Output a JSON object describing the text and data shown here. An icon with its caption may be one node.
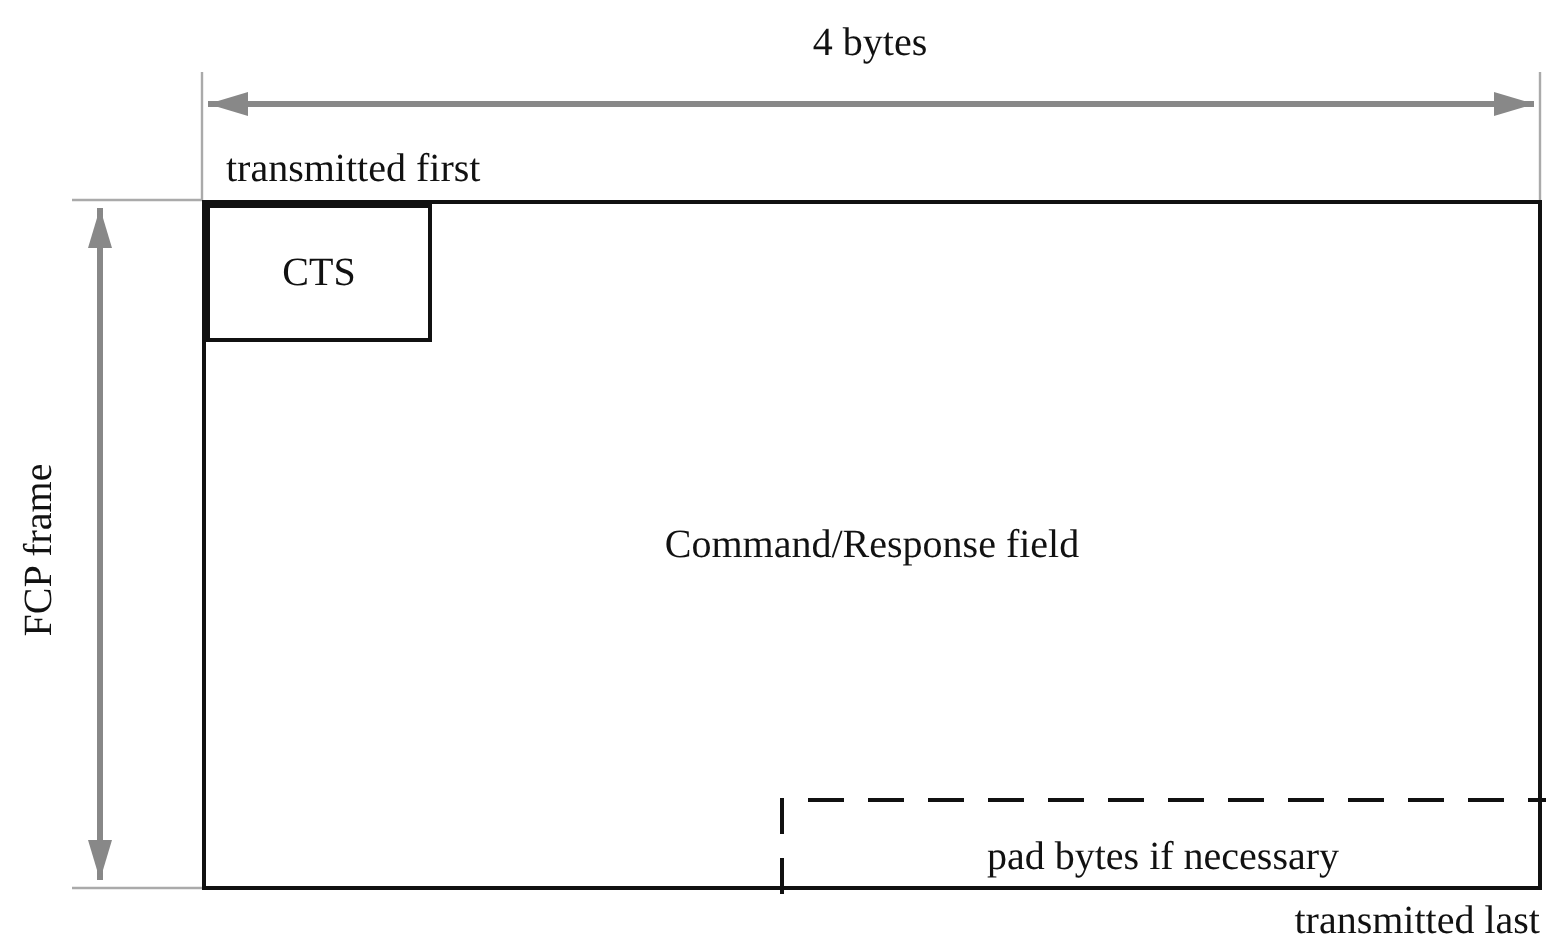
{
  "diagram": {
    "nodes": [
      {
        "text": [
          "Command/Response field"
        ]
      },
      {
        "text": [
          "CTS"
        ],
        "in": 0
      },
      {
        "text": [
          "pad bytes if necessary"
        ],
        "in": 0
      }
    ],
    "labels": [
      "4 bytes",
      "transmitted first",
      "FCP frame",
      "transmitted last"
    ]
  }
}
